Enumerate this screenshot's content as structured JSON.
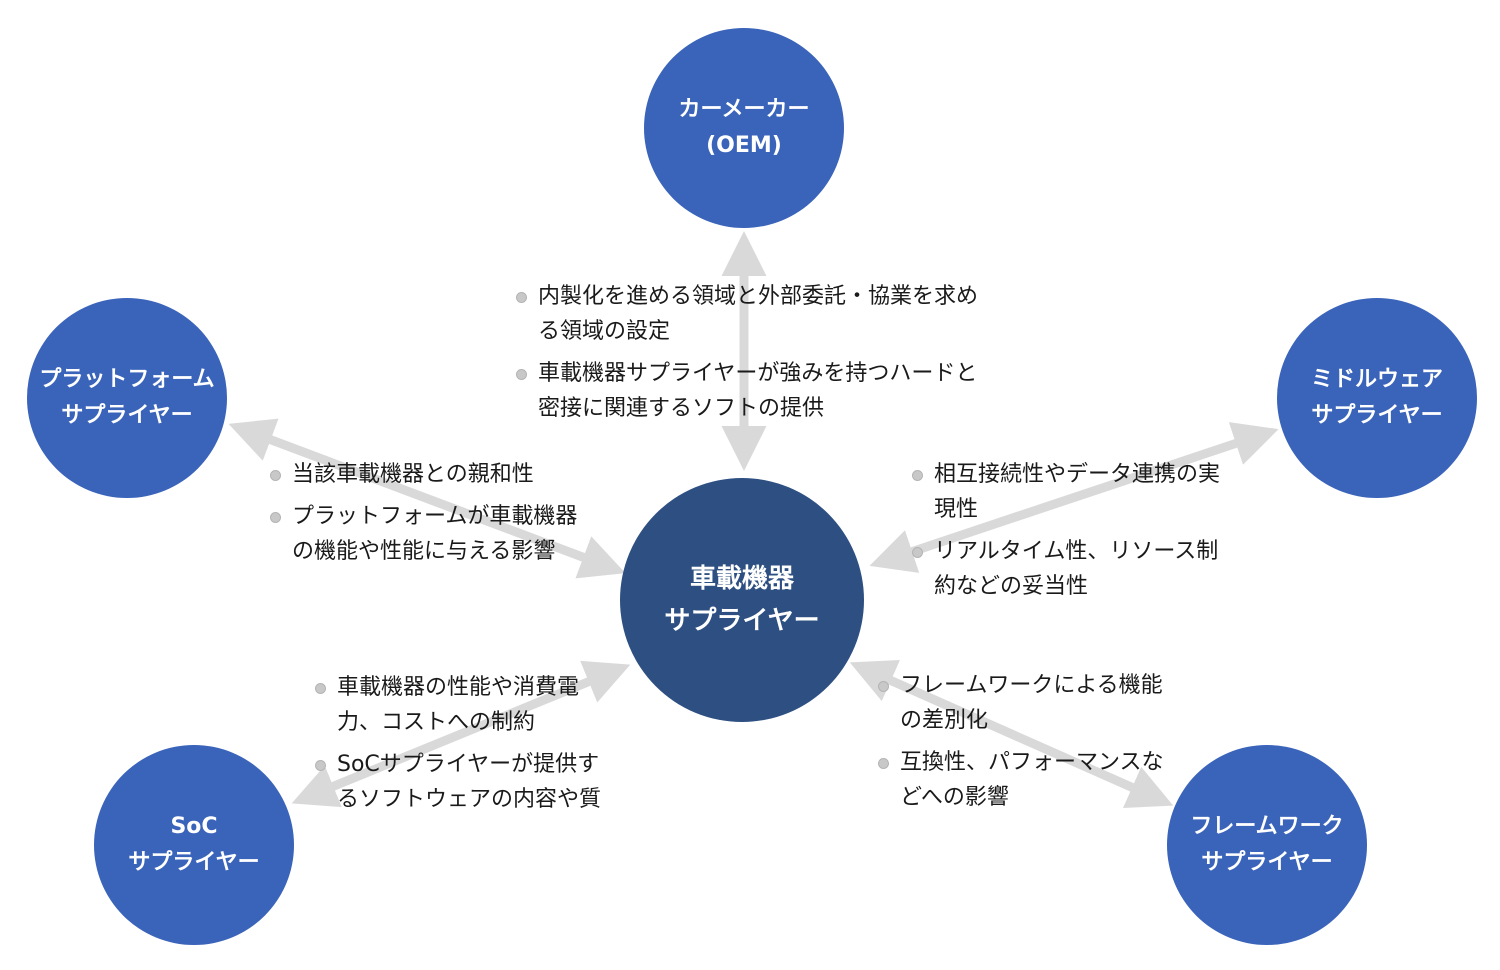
{
  "colors": {
    "outer_node": "#3a63ba",
    "center_node": "#2e4f82",
    "arrow": "#d9d9d9",
    "text": "#1a1a1a"
  },
  "center": {
    "line1": "車載機器",
    "line2": "サプライヤー"
  },
  "oem": {
    "line1": "カーメーカー",
    "line2": "(OEM)",
    "bullets": [
      "内製化を進める領域と外部委託・協業を求める領域の設定",
      "車載機器サプライヤーが強みを持つハードと密接に関連するソフトの提供"
    ]
  },
  "platform": {
    "line1": "プラットフォーム",
    "line2": "サプライヤー",
    "bullets": [
      "当該車載機器との親和性",
      "プラットフォームが車載機器の機能や性能に与える影響"
    ]
  },
  "middleware": {
    "line1": "ミドルウェア",
    "line2": "サプライヤー",
    "bullets": [
      "相互接続性やデータ連携の実現性",
      "リアルタイム性、リソース制約などの妥当性"
    ]
  },
  "soc": {
    "line1": "SoC",
    "line2": "サプライヤー",
    "bullets": [
      "車載機器の性能や消費電力、コストへの制約",
      "SoCサプライヤーが提供するソフトウェアの内容や質"
    ]
  },
  "framework": {
    "line1": "フレームワーク",
    "line2": "サプライヤー",
    "bullets": [
      "フレームワークによる機能の差別化",
      "互換性、パフォーマンスなどへの影響"
    ]
  }
}
